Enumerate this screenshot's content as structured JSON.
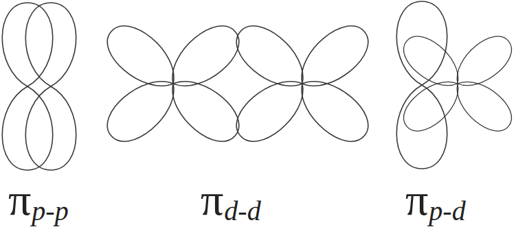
{
  "diagram": {
    "labels": [
      "π",
      "p-p",
      "π",
      "d-d",
      "π",
      "p-d"
    ]
  }
}
